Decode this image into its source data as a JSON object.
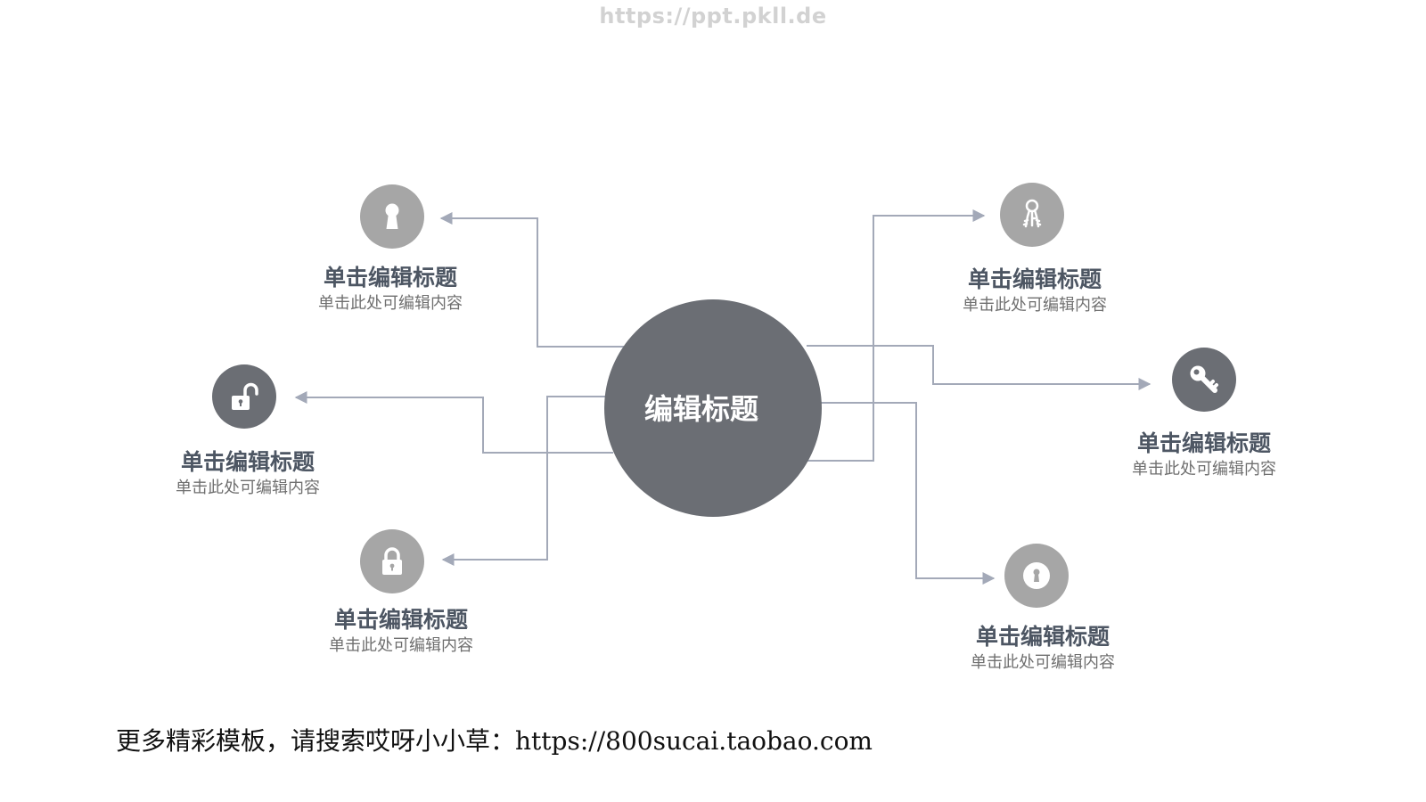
{
  "watermark": "https://ppt.pkll.de",
  "center": {
    "label": "编辑标题"
  },
  "nodes": [
    {
      "title": "单击编辑标题",
      "subtitle": "单击此处可编辑内容",
      "icon": "keyhole-icon"
    },
    {
      "title": "单击编辑标题",
      "subtitle": "单击此处可编辑内容",
      "icon": "unlocked-padlock-icon"
    },
    {
      "title": "单击编辑标题",
      "subtitle": "单击此处可编辑内容",
      "icon": "padlock-icon"
    },
    {
      "title": "单击编辑标题",
      "subtitle": "单击此处可编辑内容",
      "icon": "key-bunch-icon"
    },
    {
      "title": "单击编辑标题",
      "subtitle": "单击此处可编辑内容",
      "icon": "key-icon"
    },
    {
      "title": "单击编辑标题",
      "subtitle": "单击此处可编辑内容",
      "icon": "round-keyhole-icon"
    }
  ],
  "footer": "更多精彩模板，请搜索哎呀小小草：https://800sucai.taobao.com",
  "colors": {
    "center_fill": "#6b6e74",
    "icon_light": "#a6a6a6",
    "icon_dark": "#6b6e74",
    "connector": "#a3a9b8",
    "title_text": "#4d5663",
    "subtitle_text": "#6f6f6f",
    "watermark": "#d2d2d2"
  }
}
